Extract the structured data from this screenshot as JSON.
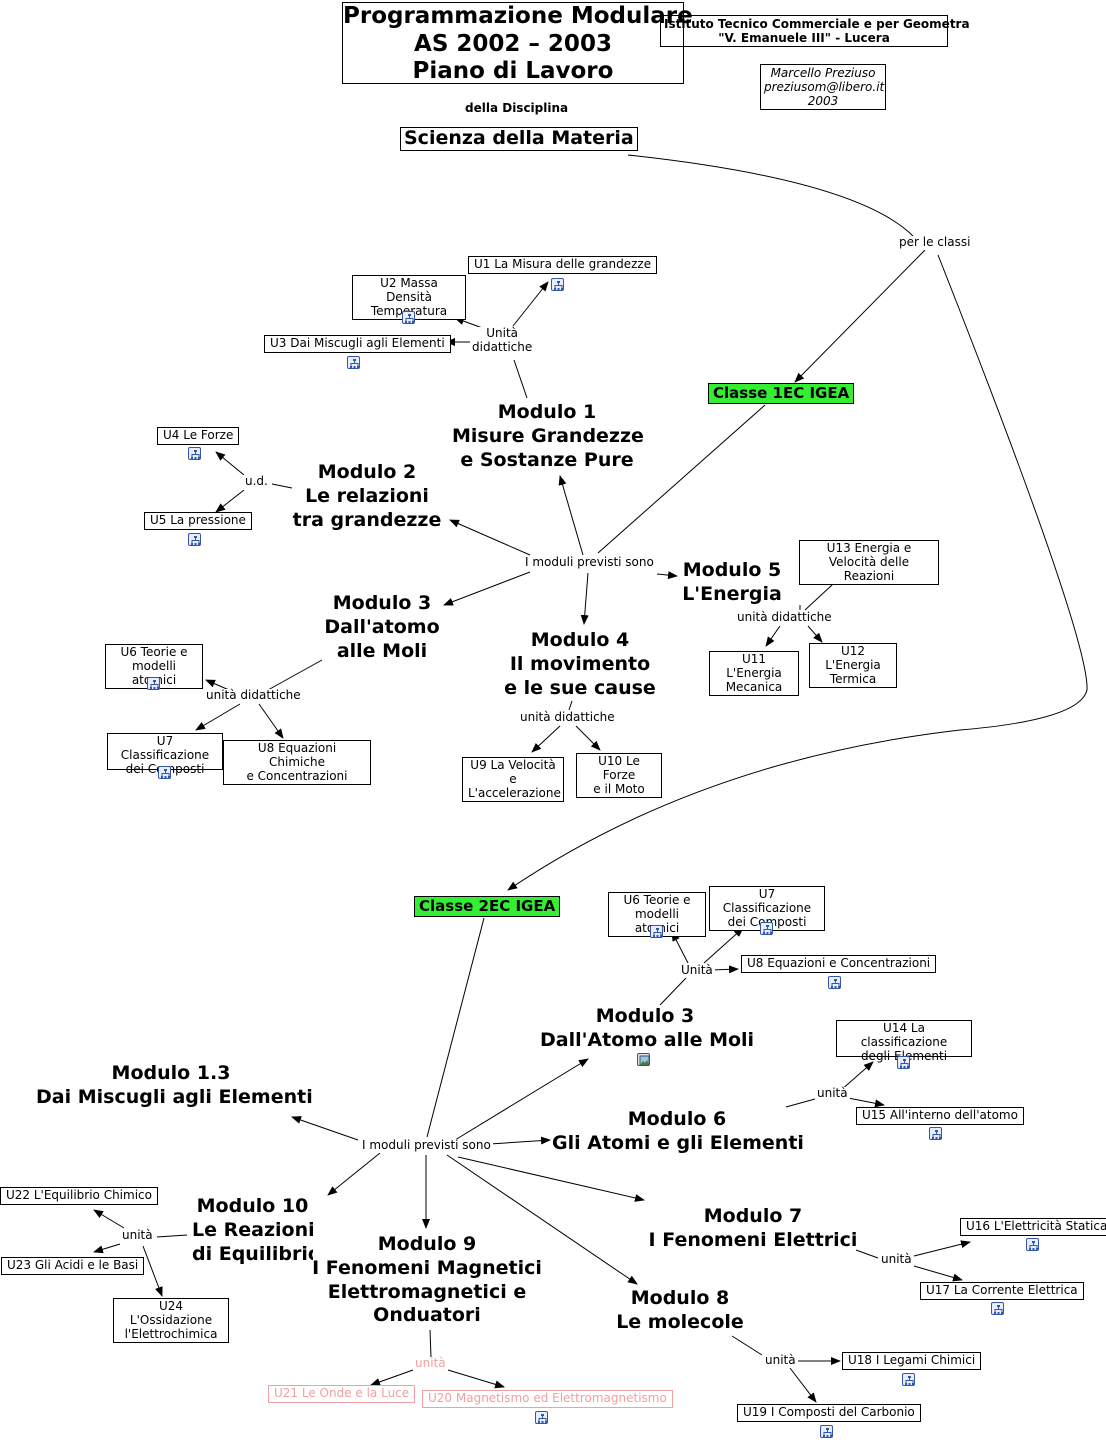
{
  "header": {
    "title_lines": [
      "Programmazione Modulare",
      "AS 2002 – 2003",
      "Piano di Lavoro"
    ],
    "institute_lines": [
      "Istituto Tecnico Commerciale e per Geometra",
      "\"V. Emanuele III\" - Lucera"
    ],
    "author_lines": [
      "Marcello Preziuso",
      "preziusom@libero.it",
      "2003"
    ],
    "discipline_label": "della Disciplina",
    "subject": "Scienza della Materia",
    "classes_label": "per le classi"
  },
  "classe1": {
    "name": "Classe 1EC IGEA",
    "moduli_label": "I moduli previsti sono",
    "m1": {
      "lines": [
        "Modulo 1",
        "Misure Grandezze",
        "e Sostanze Pure"
      ],
      "link_label_lines": [
        "Unità",
        "didattiche"
      ],
      "u1": "U1 La Misura delle grandezze",
      "u2_lines": [
        "U2 Massa Densità",
        "Temperatura"
      ],
      "u3": "U3 Dai Miscugli agli Elementi"
    },
    "m2": {
      "lines": [
        "Modulo 2",
        "Le relazioni",
        "tra grandezze"
      ],
      "link_label": "u.d.",
      "u4": "U4 Le Forze",
      "u5": "U5 La pressione"
    },
    "m3": {
      "lines": [
        "Modulo 3",
        "Dall'atomo",
        "alle Moli"
      ],
      "link_label": "unità didattiche",
      "u6_lines": [
        "U6 Teorie e",
        "modelli atomici"
      ],
      "u7_lines": [
        "U7 Classificazione",
        "dei Composti"
      ],
      "u8_lines": [
        "U8 Equazioni Chimiche",
        "e Concentrazioni"
      ]
    },
    "m4": {
      "lines": [
        "Modulo 4",
        "Il movimento",
        "e le sue cause"
      ],
      "link_label": "unità didattiche",
      "u9_lines": [
        "U9 La Velocità e",
        "L'accelerazione"
      ],
      "u10_lines": [
        "U10 Le Forze",
        "e il Moto"
      ]
    },
    "m5": {
      "lines": [
        "Modulo 5",
        "L'Energia"
      ],
      "link_label": "unità didattiche",
      "u13_lines": [
        "U13 Energia e",
        "Velocità delle Reazioni"
      ],
      "u11_lines": [
        "U11 L'Energia",
        "Mecanica"
      ],
      "u12_lines": [
        "U12 L'Energia",
        "Termica"
      ]
    }
  },
  "classe2": {
    "name": "Classe 2EC IGEA",
    "moduli_label": "I moduli previsti sono",
    "m13": {
      "lines": [
        "Modulo 1.3",
        "Dai Miscugli agli Elementi"
      ]
    },
    "m3": {
      "lines": [
        "Modulo 3",
        "Dall'Atomo alle Moli"
      ],
      "link_label": "Unità",
      "u6_lines": [
        "U6 Teorie e",
        "modelli atomici"
      ],
      "u7_lines": [
        "U7 Classificazione",
        "dei Composti"
      ],
      "u8": "U8 Equazioni e Concentrazioni"
    },
    "m6": {
      "lines": [
        "Modulo 6",
        "Gli Atomi e gli Elementi"
      ],
      "link_label": "unità",
      "u14_lines": [
        "U14 La classificazione",
        "degli Elementi"
      ],
      "u15": "U15 All'interno dell'atomo"
    },
    "m7": {
      "lines": [
        "Modulo 7",
        "I Fenomeni Elettrici"
      ],
      "link_label": "unità",
      "u16": "U16 L'Elettricità Statica",
      "u17": "U17 La Corrente Elettrica"
    },
    "m8": {
      "lines": [
        "Modulo 8",
        "Le molecole"
      ],
      "link_label": "unità",
      "u18": "U18 I Legami Chimici",
      "u19": "U19 I Composti del Carbonio"
    },
    "m9": {
      "lines": [
        "Modulo 9",
        "I Fenomeni Magnetici",
        "Elettromagnetici e",
        "Onduatori"
      ],
      "link_label": "unità",
      "u21": "U21 Le Onde e la Luce",
      "u20": "U20 Magnetismo ed Elettromagnetismo"
    },
    "m10": {
      "lines": [
        "Modulo 10",
        "Le Reazioni",
        "di Equilibrio"
      ],
      "link_label": "unità",
      "u22": "U22 L'Equilibrio Chimico",
      "u23": "U23 Gli Acidi e le Basi",
      "u24_lines": [
        "U24 L'Ossidazione",
        "l'Elettrochimica"
      ]
    }
  },
  "colors": {
    "classe": "#33ee33",
    "faded": "#f0a0a0",
    "map_icon": "#3355aa"
  },
  "icons": [
    "map-link-icon",
    "image-link-icon"
  ]
}
